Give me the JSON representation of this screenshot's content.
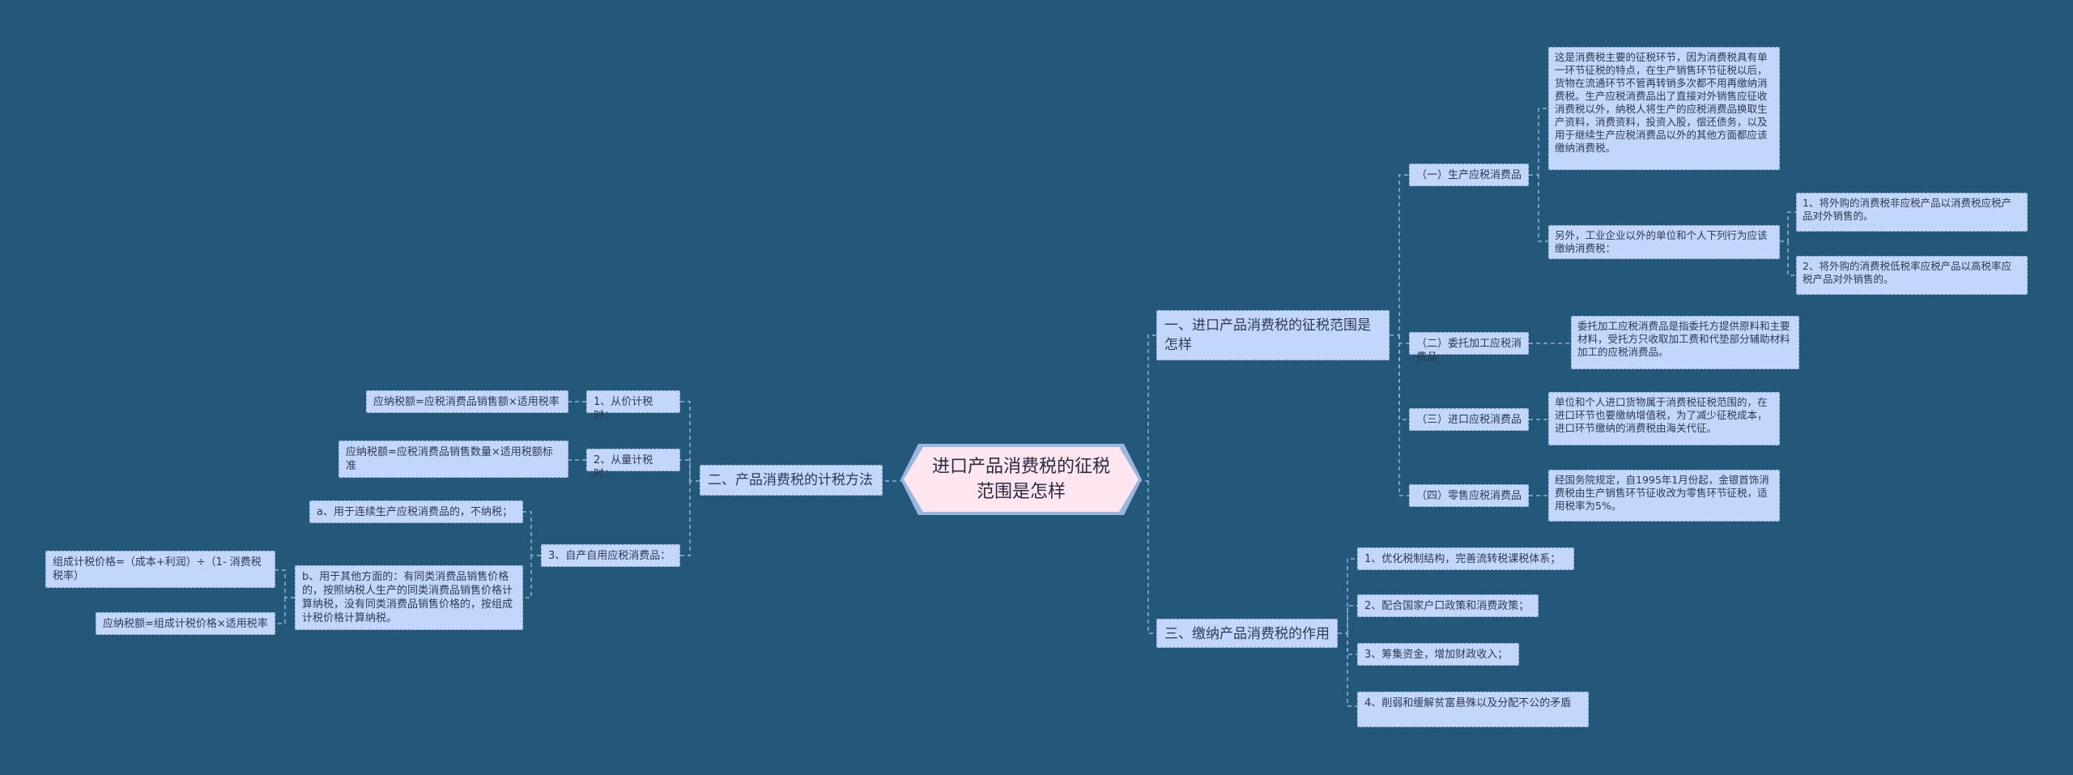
{
  "root": "进口产品消费税的征税范围是怎样",
  "right": {
    "scope": {
      "label": "一、进口产品消费税的征税范围是怎样",
      "items": [
        {
          "label": "（一）生产应税消费品",
          "details": [
            "这是消费税主要的征税环节，因为消费税具有单一环节征税的特点，在生产销售环节征税以后，货物在流通环节不管再转销多次都不用再缴纳消费税。生产应税消费品出了直接对外销售应征收消费税以外，纳税人将生产的应税消费品换取生产资料，消费资料，投资入股，偿还债务，以及用于继续生产应税消费品以外的其他方面都应该缴纳消费税。",
            "另外，工业企业以外的单位和个人下列行为应该缴纳消费税："
          ],
          "sub": [
            "1、将外购的消费税非应税产品以消费税应税产品对外销售的。",
            "2、将外购的消费税低税率应税产品以高税率应税产品对外销售的。"
          ]
        },
        {
          "label": "（二）委托加工应税消费品",
          "details": [
            "委托加工应税消费品是指委托方提供原料和主要材料，受托方只收取加工费和代垫部分辅助材料加工的应税消费品。"
          ]
        },
        {
          "label": "（三）进口应税消费品",
          "details": [
            "单位和个人进口货物属于消费税征税范围的，在进口环节也要缴纳增值税，为了减少征税成本，进口环节缴纳的消费税由海关代征。"
          ]
        },
        {
          "label": "（四）零售应税消费品",
          "details": [
            "经国务院规定，自1995年1月份起，金银首饰消费税由生产销售环节征收改为零售环节征税，适用税率为5%。"
          ]
        }
      ]
    },
    "role": {
      "label": "三、缴纳产品消费税的作用",
      "items": [
        "1、优化税制结构，完善流转税课税体系；",
        "2、配合国家户口政策和消费政策；",
        "3、筹集资金，增加财政收入；",
        "4、削弱和缓解贫富悬殊以及分配不公的矛盾"
      ]
    }
  },
  "left": {
    "method": {
      "label": "二、产品消费税的计税方法",
      "items": [
        {
          "label": "1、从价计税时：",
          "detail": "应纳税额=应税消费品销售额×适用税率"
        },
        {
          "label": "2、从量计税时：",
          "detail": "应纳税额=应税消费品销售数量×适用税额标准"
        },
        {
          "label": "3、自产自用应税消费品：",
          "a": "a、用于连续生产应税消费品的，不纳税；",
          "b": "b、用于其他方面的：有同类消费品销售价格的，按照纳税人生产的同类消费品销售价格计算纳税，没有同类消费品销售价格的，按组成计税价格计算纳税。",
          "formulas": [
            "组成计税价格=（成本+利润）÷（1- 消费税税率）",
            "应纳税额=组成计税价格×适用税率"
          ]
        }
      ]
    }
  },
  "colors": {
    "background": "#23587a",
    "node": "#c3d6fb",
    "root": "#fde6f0",
    "line": "#8fb0d8"
  }
}
